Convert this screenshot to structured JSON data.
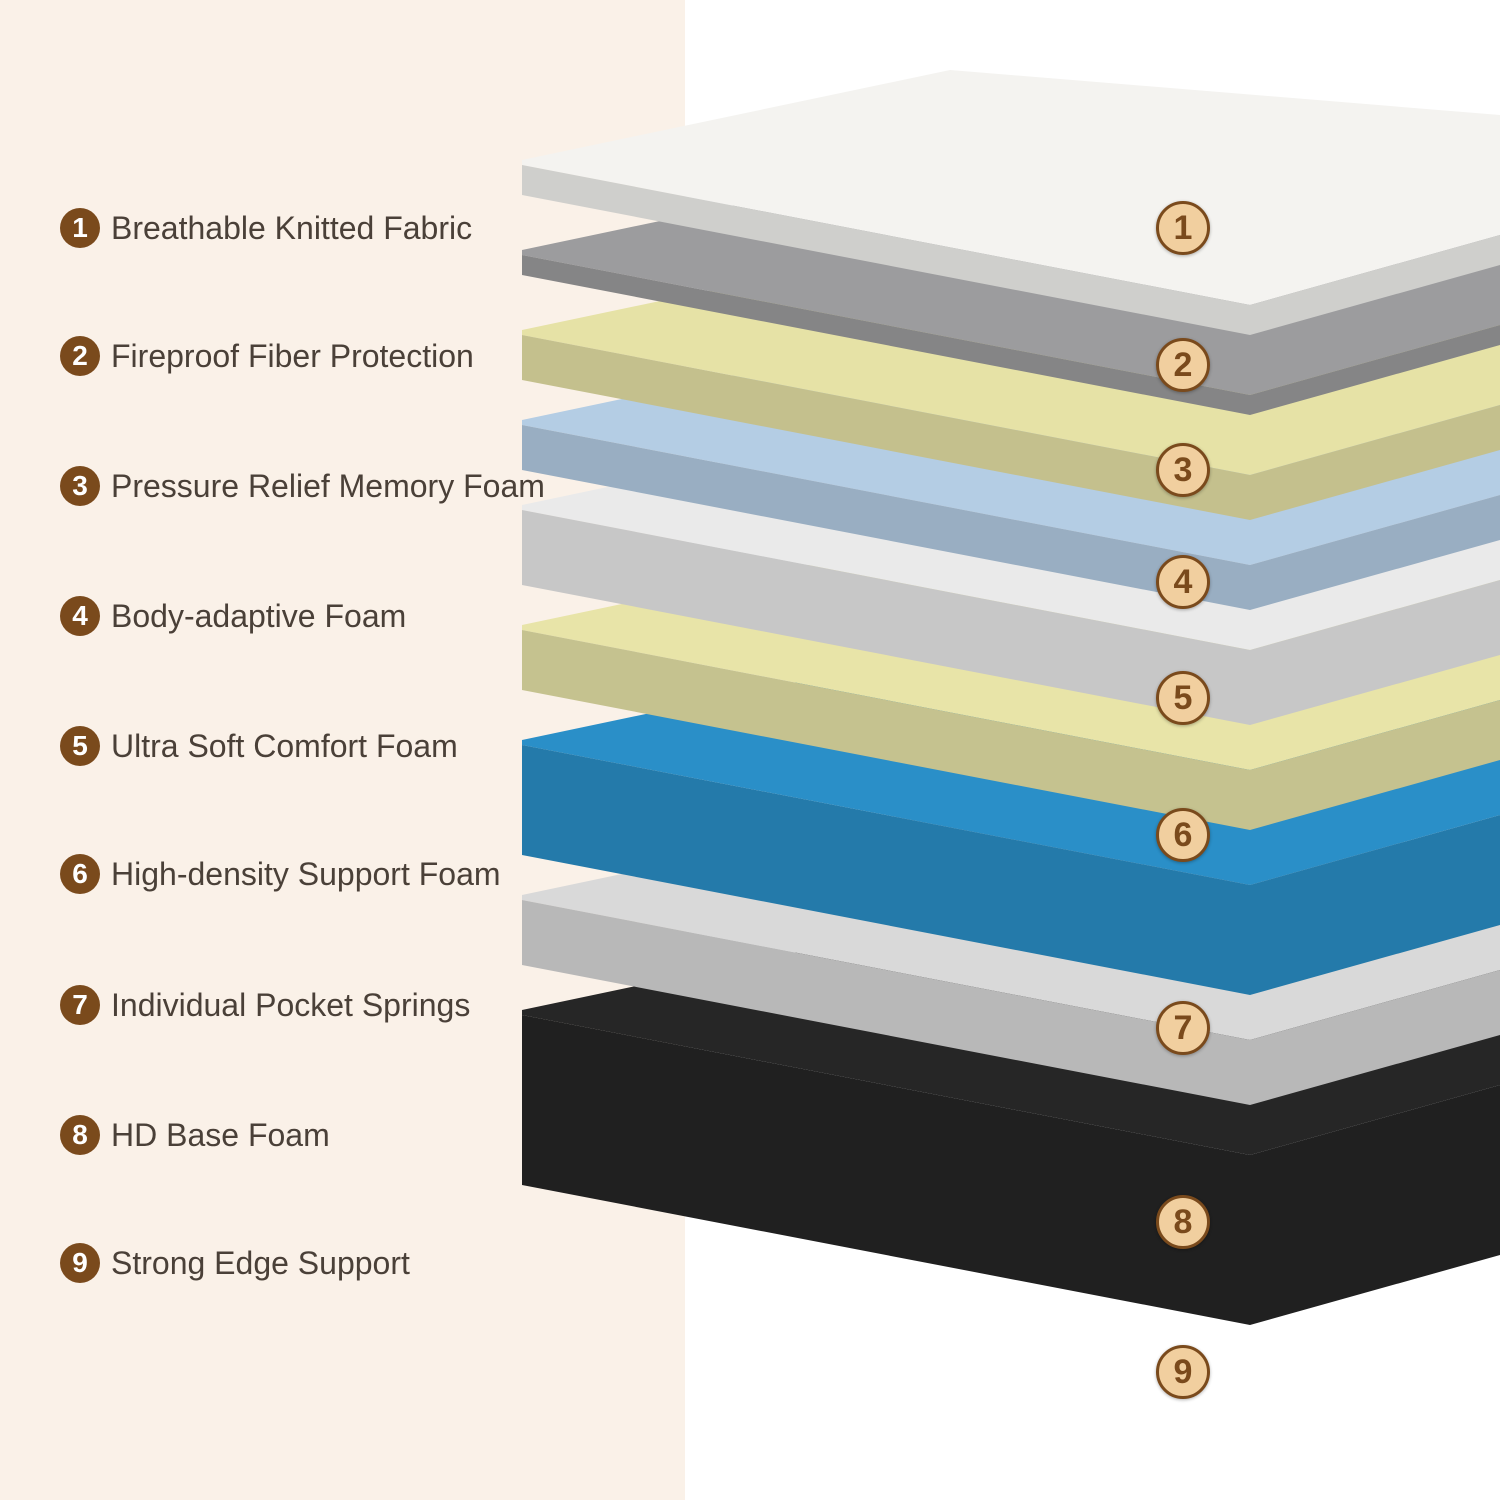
{
  "layers": [
    {
      "number": "1",
      "label": "Breathable Knitted Fabric",
      "color": "#f4f3f0"
    },
    {
      "number": "2",
      "label": "Fireproof Fiber Protection",
      "color": "#9c9c9e"
    },
    {
      "number": "3",
      "label": "Pressure Relief Memory Foam",
      "color": "#e6e2a6"
    },
    {
      "number": "4",
      "label": "Body-adaptive Foam",
      "color": "#b4cde4"
    },
    {
      "number": "5",
      "label": "Ultra Soft Comfort Foam",
      "color": "#eaeaea"
    },
    {
      "number": "6",
      "label": "High-density Support Foam",
      "color": "#e8e4a8"
    },
    {
      "number": "7",
      "label": "Individual Pocket Springs",
      "color": "#2a8fc8"
    },
    {
      "number": "8",
      "label": "HD Base Foam",
      "color": "#d9d9d9"
    },
    {
      "number": "9",
      "label": "Strong Edge Support",
      "color": "#262626"
    }
  ],
  "colors": {
    "panel": "#faf1e8",
    "badge": "#7a4a1c",
    "badge_fill": "#f1cf9f",
    "text": "#4a4038"
  }
}
